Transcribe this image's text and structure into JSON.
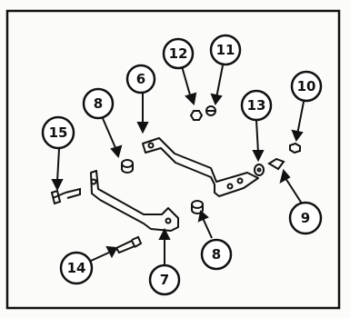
{
  "figure": {
    "callouts": {
      "c6": "6",
      "c7": "7",
      "c8_upper": "8",
      "c8_lower": "8",
      "c9": "9",
      "c10": "10",
      "c11": "11",
      "c12": "12",
      "c13": "13",
      "c14": "14",
      "c15": "15"
    }
  }
}
